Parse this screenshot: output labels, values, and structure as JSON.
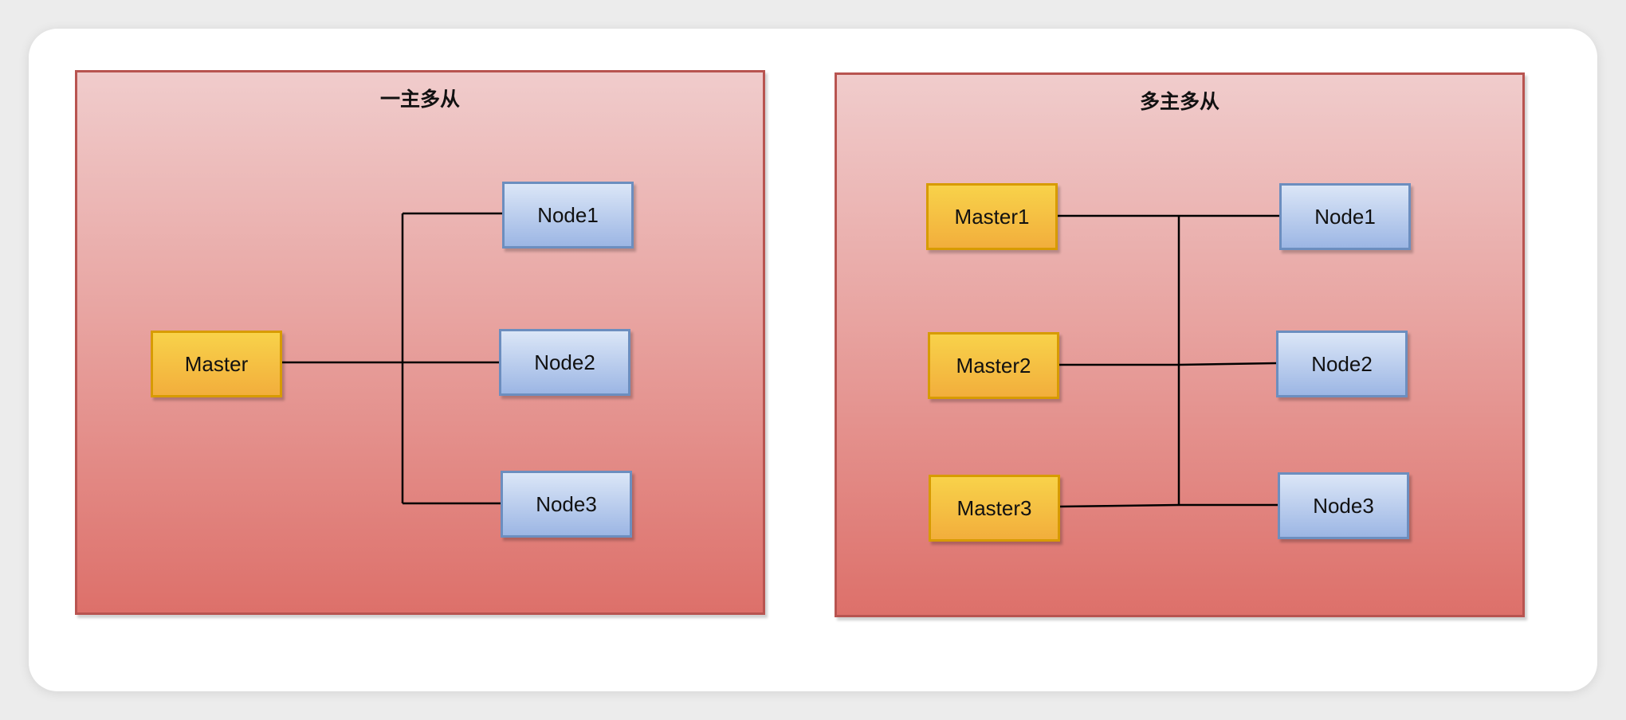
{
  "diagrams": [
    {
      "title": "一主多从",
      "masters": [
        "Master"
      ],
      "nodes": [
        "Node1",
        "Node2",
        "Node3"
      ]
    },
    {
      "title": "多主多从",
      "masters": [
        "Master1",
        "Master2",
        "Master3"
      ],
      "nodes": [
        "Node1",
        "Node2",
        "Node3"
      ]
    }
  ],
  "colors": {
    "panel_border": "#b85450",
    "panel_top": "#f0cccc",
    "panel_bottom": "#dd706a",
    "master_border": "#d79b00",
    "master_fill": "#f5bb3f",
    "node_border": "#6c8ebf",
    "node_fill": "#b5c9ec",
    "edge": "#000000"
  }
}
